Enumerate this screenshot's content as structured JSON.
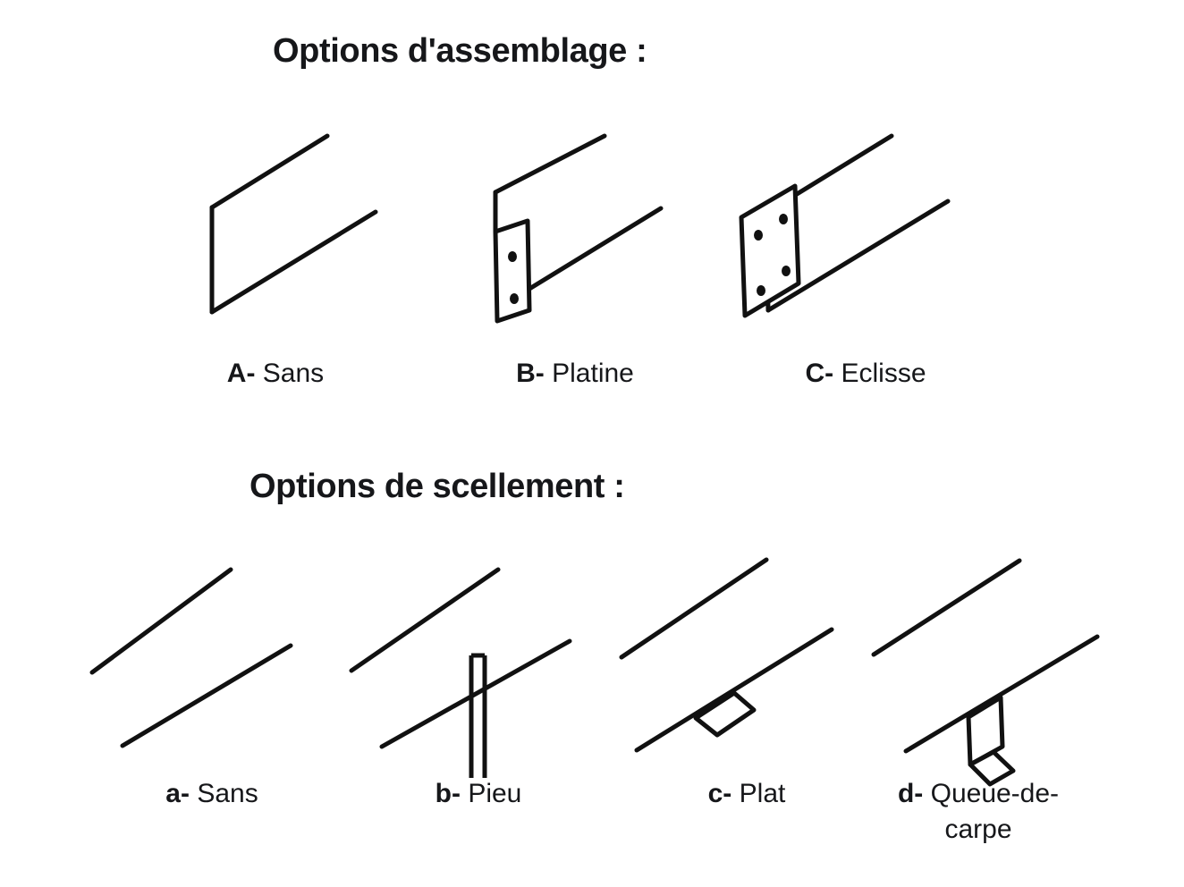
{
  "page": {
    "background": "#ffffff",
    "ink": "#16171a"
  },
  "sections": [
    {
      "id": "assemblage",
      "title": "Options d'assemblage :",
      "options": [
        {
          "key": "A-",
          "label": "Sans",
          "figure": "beam-end-plain"
        },
        {
          "key": "B-",
          "label": "Platine",
          "figure": "beam-end-base-plate"
        },
        {
          "key": "C-",
          "label": "Eclisse",
          "figure": "beam-end-splice-plate"
        }
      ]
    },
    {
      "id": "scellement",
      "title": "Options de scellement :",
      "options": [
        {
          "key": "a-",
          "label": "Sans",
          "figure": "rail-plain"
        },
        {
          "key": "b-",
          "label": "Pieu",
          "figure": "rail-stake"
        },
        {
          "key": "c-",
          "label": "Plat",
          "figure": "rail-flat-plate"
        },
        {
          "key": "d-",
          "label": "Queue-de-carpe",
          "figure": "rail-fishtail"
        }
      ]
    }
  ],
  "drawing": {
    "stroke_color": "#111111",
    "stroke_width": 5,
    "bolt_hole_color": "#111111"
  }
}
